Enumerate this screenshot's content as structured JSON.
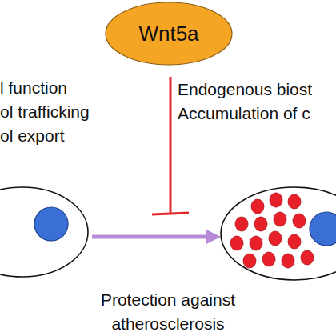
{
  "diagram": {
    "nodes": [
      {
        "text": [
          "Wnt5a"
        ]
      }
    ],
    "labels": [
      "l function",
      "ol trafficking",
      "ol export",
      "Endogenous biost",
      "Accumulation of c",
      "Protection against atherosclerosis"
    ]
  }
}
